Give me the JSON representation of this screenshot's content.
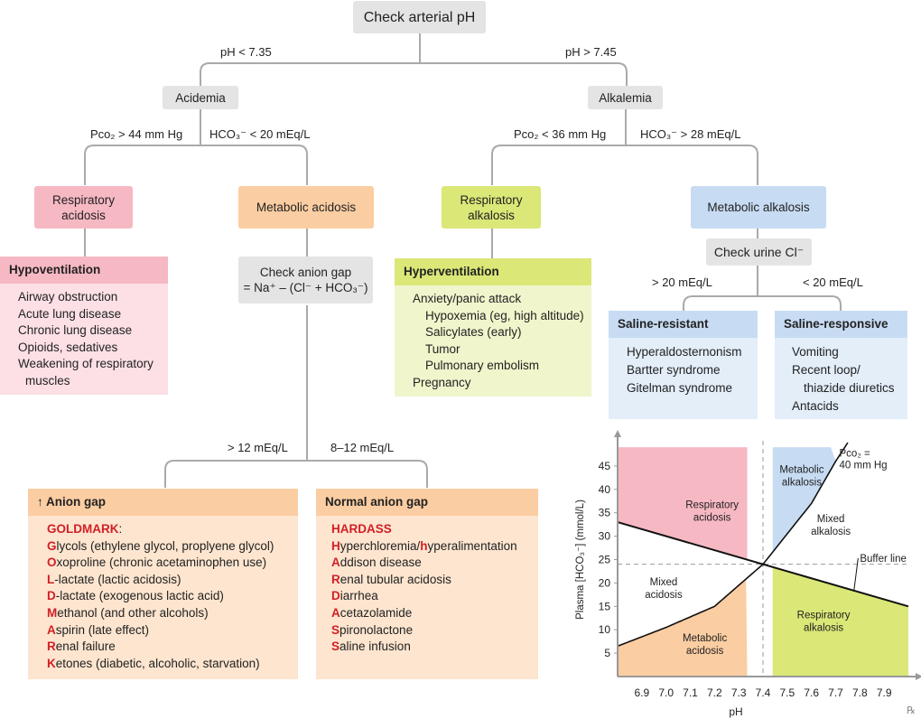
{
  "root": "Check arterial pH",
  "branch_left_label": "pH < 7.35",
  "branch_right_label": "pH > 7.45",
  "acidemia": "Acidemia",
  "alkalemia": "Alkalemia",
  "acid_left_label": "Pco₂ > 44 mm Hg",
  "acid_right_label": "HCO₃⁻ < 20 mEq/L",
  "alk_left_label": "Pco₂ < 36 mm Hg",
  "alk_right_label": "HCO₃⁻ >  28 mEq/L",
  "resp_acidosis": "Respiratory acidosis",
  "met_acidosis": "Metabolic acidosis",
  "resp_alkalosis": "Respiratory alkalosis",
  "met_alkalosis": "Metabolic alkalosis",
  "hypovent": {
    "title": "Hypoventilation",
    "items": [
      "Airway obstruction",
      "Acute lung disease",
      "Chronic lung disease",
      "Opioids, sedatives",
      "Weakening of respiratory",
      "  muscles"
    ]
  },
  "anion_gap_check": {
    "line1": "Check anion gap",
    "line2": "= Na⁺ – (Cl⁻ + HCO₃⁻)"
  },
  "hypervent": {
    "title": "Hyperventilation",
    "items": [
      {
        "text": "Anxiety/panic attack",
        "indent": 0
      },
      {
        "text": "Hypoxemia (eg, high altitude)",
        "indent": 1
      },
      {
        "text": "Salicylates (early)",
        "indent": 1
      },
      {
        "text": "Tumor",
        "indent": 1
      },
      {
        "text": "Pulmonary embolism",
        "indent": 1
      },
      {
        "text": "Pregnancy",
        "indent": 0
      }
    ]
  },
  "urine_check": "Check urine Cl⁻",
  "urine_left_label": "> 20 mEq/L",
  "urine_right_label": "< 20 mEq/L",
  "saline_resistant": {
    "title": "Saline-resistant",
    "items": [
      "Hyperaldosternonism",
      "Bartter syndrome",
      "Gitelman syndrome"
    ]
  },
  "saline_responsive": {
    "title": "Saline-responsive",
    "items": [
      {
        "text": "Vomiting",
        "indent": 0
      },
      {
        "text": "Recent loop/",
        "indent": 0
      },
      {
        "text": "thiazide diuretics",
        "indent": 1
      },
      {
        "text": "Antacids",
        "indent": 0
      }
    ]
  },
  "gap_left_label": "> 12 mEq/L",
  "gap_right_label": "8–12 mEq/L",
  "high_gap": {
    "title": "↑ Anion gap",
    "mnemonic": "GOLDMARK",
    "mnemonic_suffix": ":",
    "items": [
      [
        "G",
        "lycols (ethylene glycol, proplyene glycol)"
      ],
      [
        "O",
        "xoproline (chronic acetaminophen use)"
      ],
      [
        "L",
        "-lactate (lactic acidosis)"
      ],
      [
        "D",
        "-lactate (exogenous lactic acid)"
      ],
      [
        "M",
        "ethanol (and other alcohols)"
      ],
      [
        "A",
        "spirin (late effect)"
      ],
      [
        "R",
        "enal failure"
      ],
      [
        "K",
        "etones (diabetic, alcoholic, starvation)"
      ]
    ]
  },
  "normal_gap": {
    "title": "Normal anion gap",
    "mnemonic": "HARDASS",
    "items": [
      [
        "H",
        "yperchloremia/"
      ],
      [
        "A",
        "ddison disease"
      ],
      [
        "R",
        "enal tubular acidosis"
      ],
      [
        "D",
        "iarrhea"
      ],
      [
        "A",
        "cetazolamide"
      ],
      [
        "S",
        "pironolactone"
      ],
      [
        "S",
        "aline infusion"
      ]
    ],
    "first_item_second_red": "h",
    "first_item_tail": "yperalimentation"
  },
  "chart_data": {
    "type": "area",
    "xlabel": "pH",
    "ylabel": "Plasma [HCO₃⁻] (mmol/L)",
    "x_ticks": [
      6.9,
      7.0,
      7.1,
      7.2,
      7.3,
      7.4,
      7.5,
      7.6,
      7.7,
      7.8,
      7.9
    ],
    "y_ticks": [
      5,
      10,
      15,
      20,
      25,
      30,
      35,
      40,
      45
    ],
    "xlim": [
      6.8,
      8.0
    ],
    "ylim": [
      0,
      50
    ],
    "ref_ph": 7.4,
    "ref_hco3": 24,
    "buffer_line": [
      [
        6.8,
        33
      ],
      [
        8.0,
        15
      ]
    ],
    "pco2_40_isobar": [
      [
        6.8,
        6.5
      ],
      [
        7.0,
        10.5
      ],
      [
        7.2,
        15
      ],
      [
        7.4,
        24
      ],
      [
        7.6,
        37
      ],
      [
        7.7,
        46
      ],
      [
        7.75,
        50
      ]
    ],
    "regions": [
      {
        "name": "Respiratory acidosis",
        "color": "#f6b8c3"
      },
      {
        "name": "Metabolic alkalosis",
        "color": "#c7dcf3"
      },
      {
        "name": "Metabolic acidosis",
        "color": "#fbcda2"
      },
      {
        "name": "Respiratory alkalosis",
        "color": "#dbe777"
      }
    ],
    "labels": {
      "resp_acid": [
        "Respiratory",
        "acidosis"
      ],
      "met_alk": [
        "Metabolic",
        "alkalosis"
      ],
      "pco2": [
        "Pco₂ =",
        "40 mm Hg"
      ],
      "mixed_alk": [
        "Mixed",
        "alkalosis"
      ],
      "mixed_acid": [
        "Mixed",
        "acidosis"
      ],
      "buffer": "Buffer line",
      "met_acid": [
        "Metabolic",
        "acidosis"
      ],
      "resp_alk": [
        "Respiratory",
        "alkalosis"
      ]
    },
    "logo": "℞"
  }
}
